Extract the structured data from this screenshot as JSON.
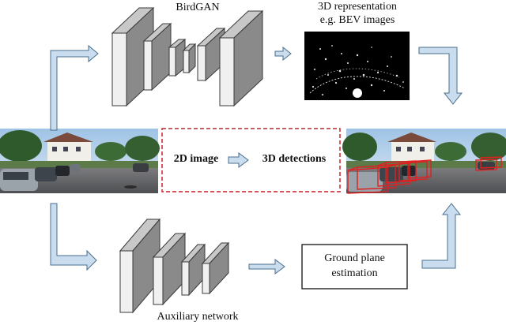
{
  "top_network": {
    "label": "BirdGAN"
  },
  "representation": {
    "line1": "3D representation",
    "line2": "e.g. BEV images"
  },
  "center_box": {
    "input_label": "2D image",
    "output_label": "3D detections"
  },
  "bottom_network": {
    "label": "Auxiliary network"
  },
  "ground_plane_box": {
    "line1": "Ground plane",
    "line2": "estimation"
  },
  "colors": {
    "arrow_fill": "#c9ddef",
    "arrow_stroke": "#4b6d8c",
    "dashed_border": "#c0272d",
    "detection_box": "#e02020",
    "layer_face": "#f0f0f0",
    "layer_side": "#8a8a8a"
  }
}
